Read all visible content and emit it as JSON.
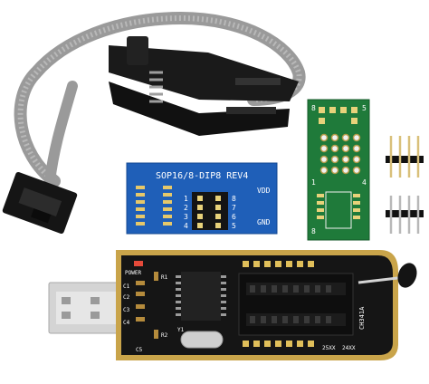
{
  "scene": {
    "background": "#ffffff",
    "objects": [
      "soic-test-clip-with-ribbon-cable",
      "sop16-dip8-adapter-board",
      "green-sop-adapter-board",
      "pin-headers",
      "ch341a-usb-programmer"
    ]
  },
  "adapter_board": {
    "title": "SOP16/8-DIP8 REV4",
    "vdd": "VDD",
    "gnd": "GND",
    "pin_numbers": [
      "1",
      "2",
      "3",
      "4",
      "5",
      "6",
      "7",
      "8"
    ],
    "color": "#1f5fb8"
  },
  "green_board": {
    "pin_labels": [
      "8",
      "5",
      "1",
      "4",
      "8"
    ],
    "color": "#1f7a3a"
  },
  "programmer": {
    "chip_label": "CH341A",
    "socket_labels": [
      "25XX",
      "24XX"
    ],
    "power_label": "POWER",
    "silk_labels": [
      "C1",
      "C2",
      "C3",
      "C4",
      "C5",
      "R1",
      "R2",
      "Y1"
    ],
    "board_color": "#151515",
    "gold_color": "#c9a44a"
  },
  "colors": {
    "cable": "#8a8a8a",
    "clip": "#1a1a1a",
    "usb_metal": "#d8d8d8"
  }
}
